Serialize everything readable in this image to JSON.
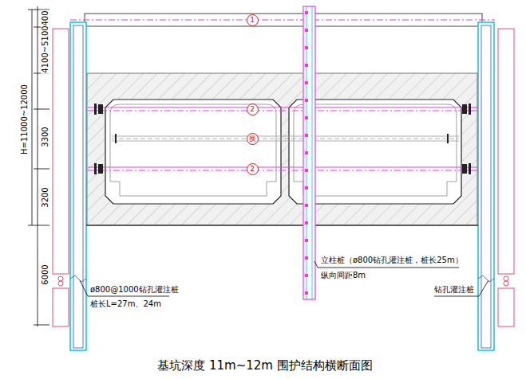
{
  "diagram": {
    "caption": "基坑深度 11m~12m 围护结构横断面图",
    "nodes": [
      {
        "text": [
          "1"
        ]
      },
      {
        "text": [
          "2"
        ]
      },
      {
        "text": [
          "换"
        ]
      },
      {
        "text": [
          "2"
        ]
      }
    ],
    "labels": [
      "400",
      "4100~5100",
      "H=11000~12000",
      "3300",
      "3200",
      "6000",
      "立柱桩（ø800钻孔灌注桩，桩长25m）",
      "纵向间距8m",
      "ø800@1000钻孔灌注桩",
      "桩长L=27m、24m",
      "钻孔灌注桩"
    ]
  }
}
